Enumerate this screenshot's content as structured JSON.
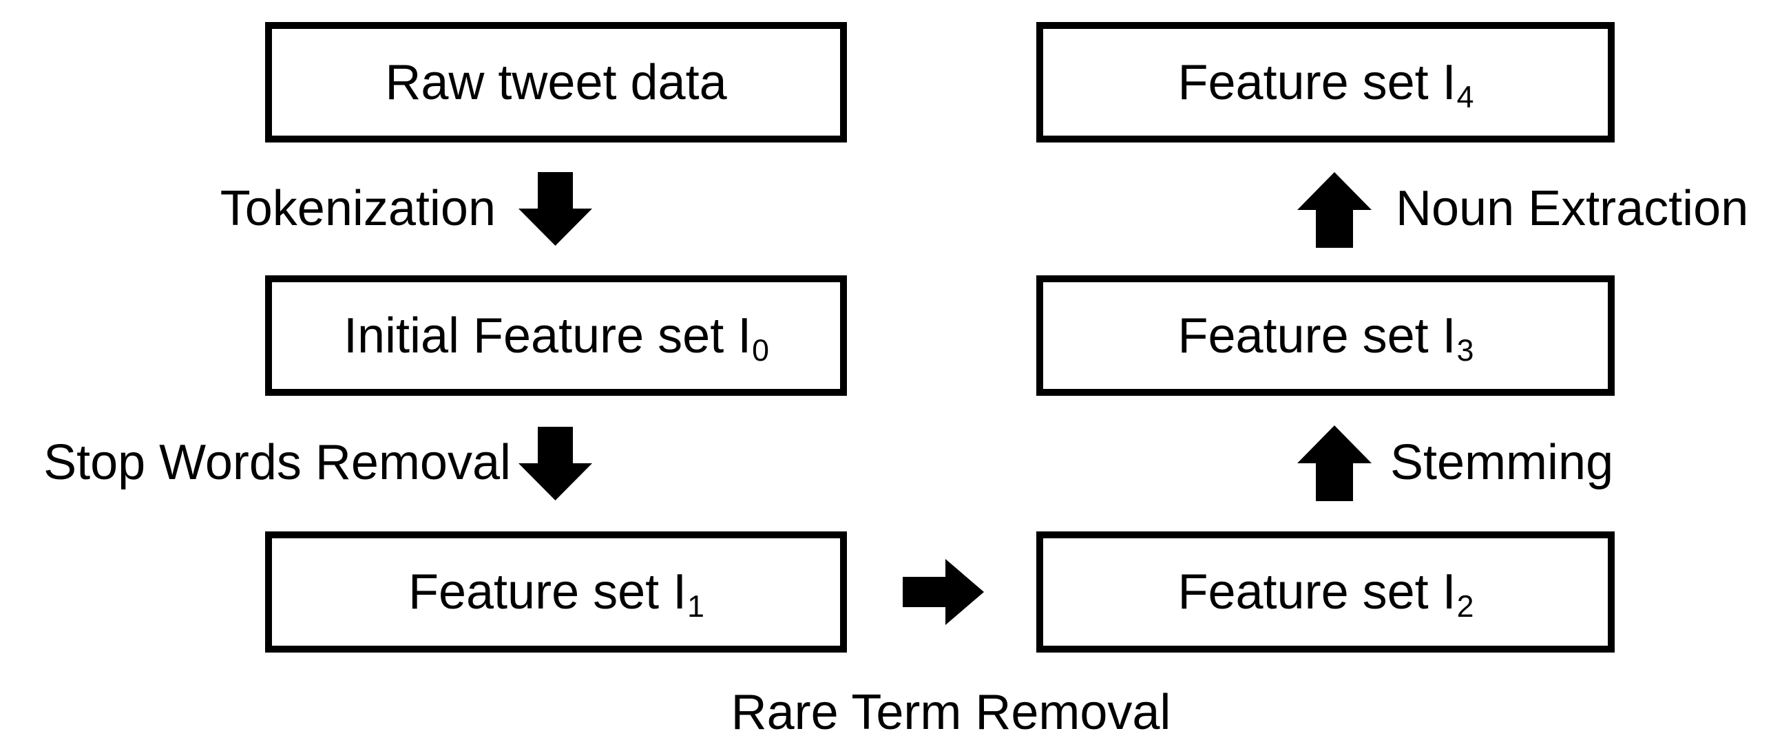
{
  "diagram": {
    "title_semantic": "Tweet preprocessing feature-set pipeline",
    "colors": {
      "ink": "#000000",
      "background": "#ffffff"
    },
    "boxes": [
      {
        "label": "Raw tweet data",
        "subscript": ""
      },
      {
        "label": "Initial Feature set I",
        "subscript": "0"
      },
      {
        "label": "Feature set I",
        "subscript": "1"
      },
      {
        "label": "Feature set I",
        "subscript": "2"
      },
      {
        "label": "Feature set I",
        "subscript": "3"
      },
      {
        "label": "Feature set I",
        "subscript": "4"
      }
    ],
    "process_labels": {
      "tokenization": "Tokenization",
      "stop_words_removal": "Stop Words Removal",
      "rare_term_removal": "Rare Term Removal",
      "stemming": "Stemming",
      "noun_extraction": "Noun Extraction"
    },
    "arrows": [
      {
        "name": "tokenization-arrow",
        "direction": "down",
        "from": "Raw tweet data",
        "to": "Initial Feature set I0"
      },
      {
        "name": "stop-words-removal-arrow",
        "direction": "down",
        "from": "Initial Feature set I0",
        "to": "Feature set I1"
      },
      {
        "name": "rare-term-removal-arrow",
        "direction": "right",
        "from": "Feature set I1",
        "to": "Feature set I2"
      },
      {
        "name": "stemming-arrow",
        "direction": "up",
        "from": "Feature set I2",
        "to": "Feature set I3"
      },
      {
        "name": "noun-extraction-arrow",
        "direction": "up",
        "from": "Feature set I3",
        "to": "Feature set I4"
      }
    ]
  }
}
